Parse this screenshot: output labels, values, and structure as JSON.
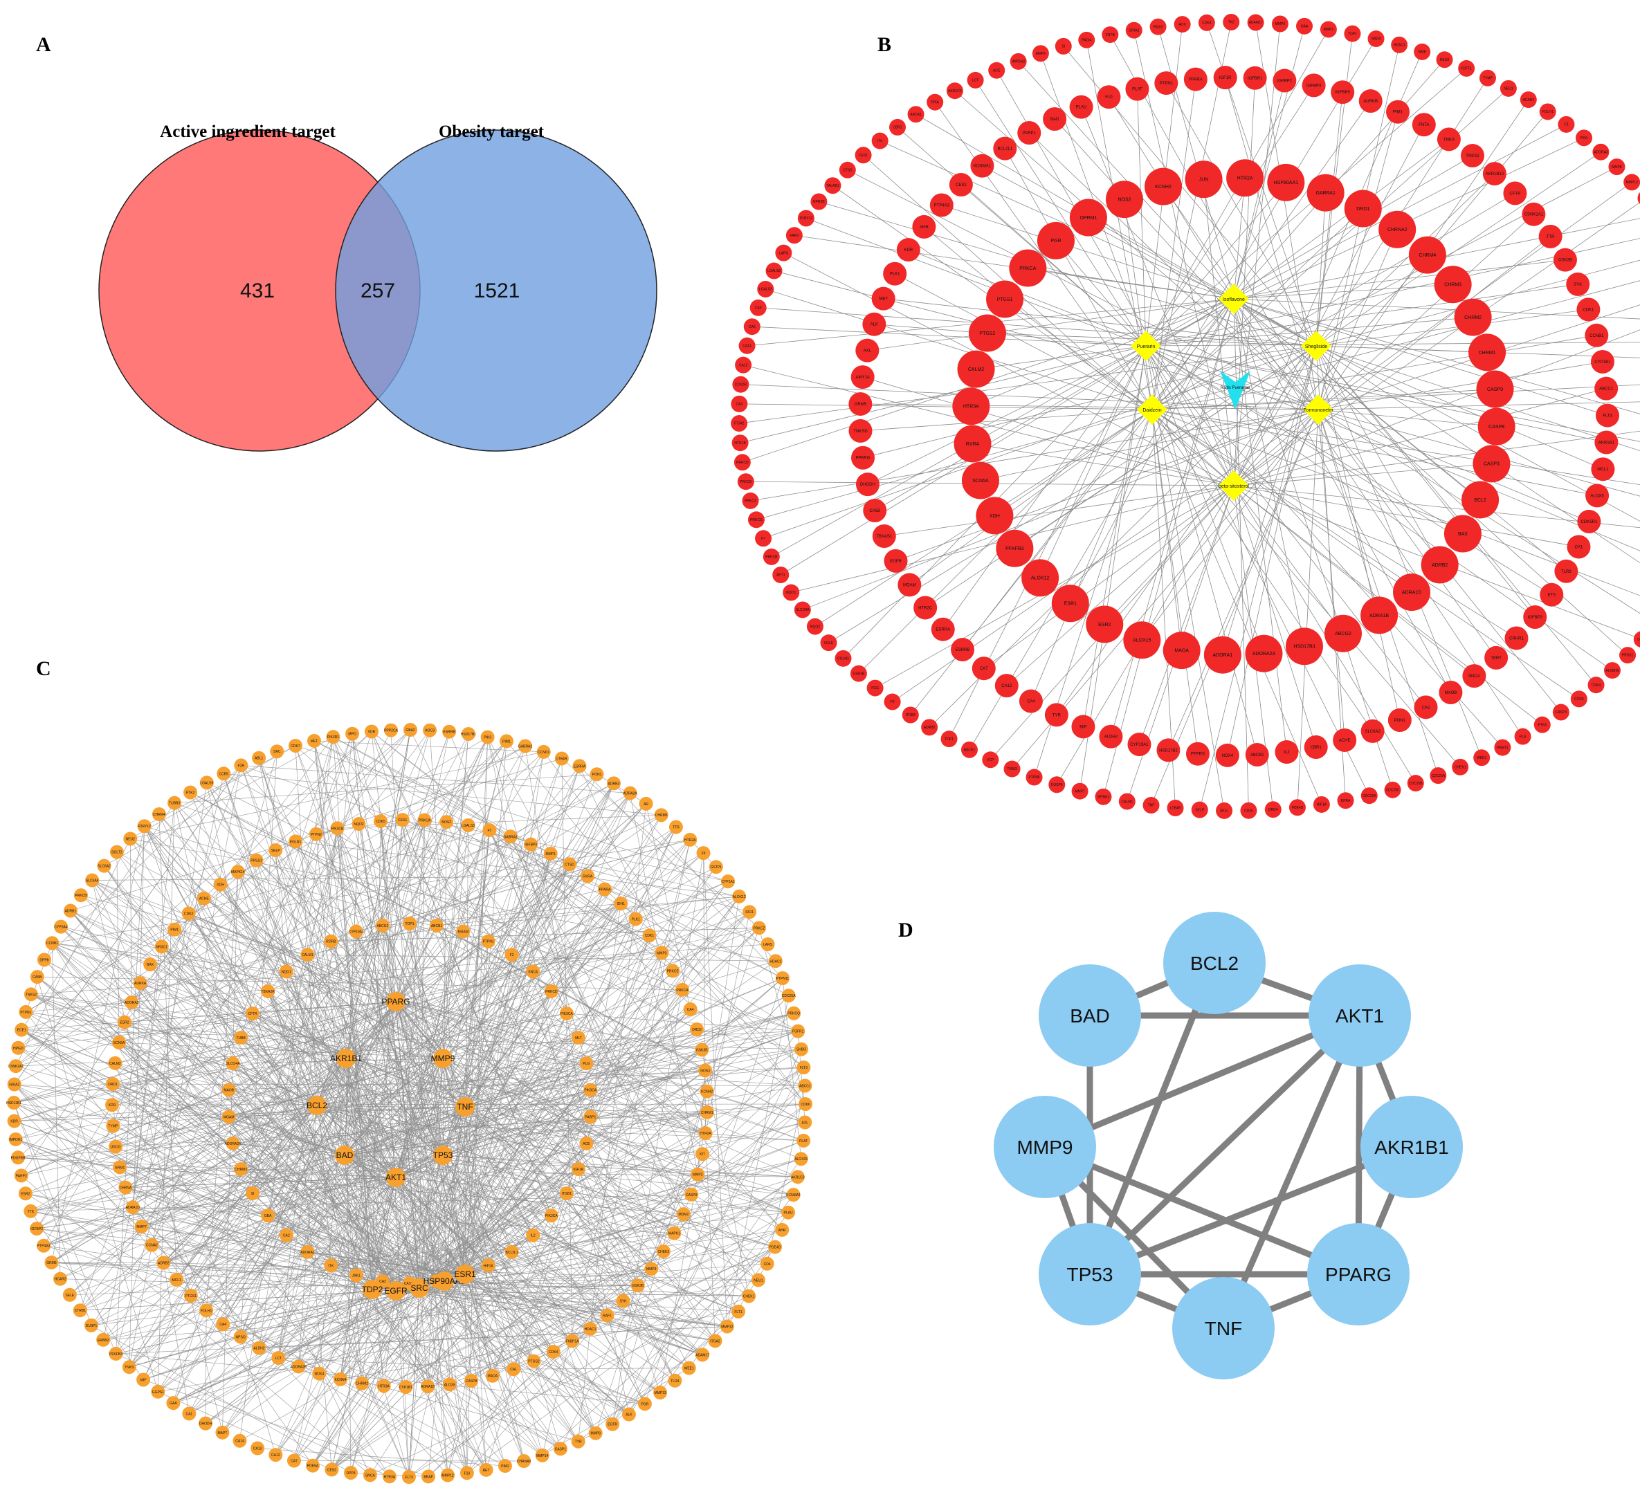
{
  "panels": {
    "a": {
      "letter": "A"
    },
    "b": {
      "letter": "B"
    },
    "c": {
      "letter": "C"
    },
    "d": {
      "letter": "D"
    }
  },
  "venn": {
    "left_title": "Active ingredient target",
    "right_title": "Obesity target",
    "left_only": "431",
    "overlap": "257",
    "right_only": "1521",
    "left_color": "#ff6a6a",
    "right_color": "#7aa3e0"
  },
  "network_b": {
    "target_color": "#f02828",
    "ingredient_color": "#ffff00",
    "herb_color": "#22e0ee",
    "herb": "Radix Puerariae",
    "ingredients": [
      "Isoflavone",
      "Puerarin",
      "Shegliside",
      "Daidzein",
      "Formononetin",
      "beta-sitosterol"
    ],
    "ring1": [
      "PRKCA",
      "PGR",
      "OPRM1",
      "NOS2",
      "KCNH2",
      "JUN",
      "HTR2A",
      "HSP90AA1",
      "GABRA1",
      "DRD1",
      "CHRNA2",
      "CHRM4",
      "CHRM3",
      "CHRM2",
      "CHRM1",
      "CASP9",
      "CASP8",
      "CASP3",
      "BCL2",
      "BAX",
      "ADRB2",
      "ADRA1D",
      "ADRA1B",
      "ABCG2",
      "HSD17B3",
      "ADORA2A",
      "ADORA1",
      "MAOA",
      "ALOX15",
      "ESR2",
      "ESR1",
      "ALOX12",
      "PFKFB3",
      "XDH",
      "SCN5A",
      "RXRA",
      "HTR3A",
      "CALM2",
      "PTGS2",
      "PTGS1"
    ],
    "ring2": [
      "BAD",
      "PLAU",
      "F10",
      "PLAT",
      "PTPN1",
      "PPARA",
      "IGF1R",
      "IGFBP1",
      "IGFBP2",
      "IGFBP3",
      "IGFBP5",
      "AURKB",
      "PIM1",
      "FNTA",
      "TNKS",
      "TNKS2",
      "AKR1B10",
      "CFTR",
      "CSNK2A1",
      "TTR",
      "GSK3B",
      "SYK",
      "CDK1",
      "CCNB1",
      "CYP1B1",
      "ABCC1",
      "FLT3",
      "AKR1B1",
      "MCL1",
      "ALOX5",
      "CDK5R1",
      "CA1",
      "TLR9",
      "ETS",
      "IGFBP3",
      "CRHR1",
      "TERT",
      "SNCA",
      "MAOB",
      "CA2",
      "PON1",
      "SLC6A2",
      "ACHE",
      "CBR1",
      "IL2",
      "ABCB1",
      "NOX4",
      "PTPRS",
      "HSD17B2",
      "CYP19A1",
      "ALDH2",
      "MIF",
      "TYR",
      "CA4",
      "CA12",
      "CA7",
      "ESRRB",
      "ESRRA",
      "HTR2C",
      "MGAM",
      "EGFR",
      "TBXAS1",
      "CA5B",
      "DHODH",
      "PPARG",
      "TNKSD",
      "GRM5",
      "AMY1A",
      "AXL",
      "ALK",
      "MET",
      "PLK1",
      "KDR",
      "AHR",
      "PTP4A3",
      "CES2",
      "KCNMA1",
      "BCL2L1",
      "PARP1"
    ],
    "ring3": [
      "ACE",
      "IMPDH2",
      "MMP2",
      "SI",
      "PADI4",
      "FNTB",
      "GRIA2",
      "PADI2",
      "AOX",
      "CDK4",
      "TK2",
      "ADAM17",
      "MMP9",
      "GAA",
      "MMP1",
      "TOP1",
      "NADA",
      "HDAC1",
      "MME",
      "NEU3",
      "FDFT1",
      "TYMP",
      "NEU1",
      "HCAR2",
      "FOLH1",
      "F2",
      "PIN1",
      "ADORA3",
      "MMP8",
      "MMP12",
      "MMP3",
      "HTR6",
      "PUCA1",
      "ALOX8",
      "VDR",
      "SRC",
      "MMP14",
      "KIT",
      "PDGFRA",
      "ABL1",
      "GBA2",
      "MGAM",
      "FAS",
      "HDAC6",
      "CHEK1",
      "PLA2G2A",
      "TLR4",
      "PIM3",
      "BRAF",
      "PIM2",
      "RAF1",
      "NTRK1",
      "CASA",
      "HPSE",
      "DPP4",
      "PRSS1",
      "ALKBH5",
      "CDK4",
      "CCR5",
      "CASP3",
      "PTK6",
      "PLG",
      "PRMT1",
      "WEE1",
      "CHEK1",
      "CDC25A",
      "CDC25B",
      "CDC25C",
      "CDC25A",
      "DPRA",
      "HIF1A",
      "PDE4D",
      "DRD4",
      "CD40",
      "SELL",
      "SELP",
      "LTB4R",
      "TNF",
      "CALM1",
      "SPINK1",
      "MMP7",
      "DUSP6",
      "PTPN6",
      "TNNI3",
      "VCP",
      "BACE1",
      "TOP1",
      "ADRB2",
      "ITGB5",
      "F9",
      "FGG",
      "GSK3B",
      "CGLN1",
      "SGLE",
      "NQO2",
      "SLCO4A",
      "NQO1",
      "AKT1",
      "PRKCB",
      "F7",
      "PRKCG",
      "PRKCZ",
      "PRKCE",
      "PRKCD",
      "HTR1B",
      "ITGA2",
      "CA3",
      "CCK2R",
      "CA13",
      "CA14",
      "CA6",
      "CA9",
      "LGALS3",
      "LGALS8",
      "LARS",
      "FARS",
      "P2RY12",
      "NPR3B",
      "TALAB1",
      "CTSD",
      "CES1",
      "ITK",
      "CBR1",
      "ABCA1",
      "PPIA",
      "AKR1C2",
      "LCT"
    ]
  },
  "network_c": {
    "node_color": "#f7a02e",
    "hubs": [
      "PPARG",
      "AKR1B1",
      "MMP9",
      "BCL2",
      "TNF",
      "BAD",
      "TP53",
      "AKT1",
      "TDP2",
      "EGFR",
      "SRC",
      "HSP90AA1",
      "ESR1"
    ],
    "ring1": [
      "TOP1",
      "ABCB1",
      "MGAM",
      "PTPN1",
      "F2",
      "SNCA",
      "PRKCD",
      "PIK3CA",
      "MLT",
      "PLG",
      "PIK3CA",
      "PARP1",
      "ACE",
      "IGF1R",
      "ITGB1",
      "PIK3CA",
      "IL2",
      "BCL2L1",
      "HIF1A",
      "JUN",
      "HRAS",
      "CASP3",
      "CA2",
      "JAK1",
      "ITK",
      "ADORA1",
      "CA2",
      "GBA",
      "SI",
      "CHRM3",
      "ADORA2A",
      "MGAM",
      "MAOB",
      "SLCO4A",
      "TUBB",
      "CFTR",
      "TBXA2R",
      "NQO1",
      "CALM1",
      "RORB",
      "CYP19A1",
      "ABCG2"
    ],
    "ring2": [
      "PRKCA",
      "NOS2",
      "LGALS3",
      "F7",
      "GABRA1",
      "IGFBP3",
      "MMP1",
      "CTSD",
      "RXRA",
      "PPARA",
      "IDH1",
      "PLK1",
      "CDK1",
      "MMP3",
      "PRKCE",
      "PRKCA",
      "CA4",
      "DRD2",
      "GSK3B",
      "NOS3",
      "KCNH2",
      "CHRM1",
      "HTR2A",
      "KIT",
      "MMP2",
      "CASP9",
      "MDM2",
      "MAPK1",
      "CHEK2",
      "MMP9",
      "GSK3B",
      "SYK",
      "RAF1",
      "HDAC1",
      "FKBP1A",
      "CDK4",
      "PTGS2",
      "CA1",
      "MAOA",
      "CASP8",
      "ALOX5",
      "ADRA1B",
      "CYP1B1",
      "HTR3A",
      "CHRM2",
      "KCNN4",
      "NOX4",
      "ADORA2B",
      "LCT",
      "ALDH2",
      "NPSO",
      "CA4",
      "FOLH1",
      "PTGS1",
      "MCL1",
      "ADRB2",
      "CCNA2",
      "MMP7",
      "ADRA1D",
      "CHRNA",
      "GRM1",
      "UGCG",
      "TYMP",
      "KDR",
      "DRD1",
      "CALM2",
      "SCN5A",
      "ESR2",
      "ADORA3",
      "AURKA",
      "BAX",
      "NR3C1",
      "PIM1",
      "CDK2",
      "ACHE",
      "XDH",
      "MAPK14",
      "PRSS1",
      "SELP",
      "EGLN1",
      "PTPN2",
      "PIK3CB",
      "NQO2",
      "CDK5",
      "CES1"
    ],
    "ring3": [
      "ESRRB",
      "HSD17B1",
      "PIK3",
      "PIM1",
      "GABRA2",
      "CCND1",
      "LTB4R",
      "ESRRA",
      "PON1",
      "ADRB3",
      "ADRA2A",
      "AR",
      "CHRM5",
      "TTR",
      "HTR2A",
      "F9",
      "GSTP1",
      "CYP1A1",
      "ALOX12",
      "IDO1",
      "PRKCZ",
      "LARS",
      "HDAC2",
      "PTPN11",
      "CDC25A",
      "PRKCQ",
      "FGFR1",
      "SHBG",
      "FLT3",
      "ABCC1",
      "CDK6",
      "AXL",
      "PLAT",
      "ALOX15",
      "AKR1C3",
      "KCNMA1",
      "PLAU",
      "AHR",
      "PDE4D",
      "CD4",
      "NEU1",
      "CHEK1",
      "FLT1",
      "MMP12",
      "ITGA2",
      "ADAM17",
      "WEE1",
      "TLR4",
      "MMP13",
      "PGR",
      "ALK",
      "EGFR",
      "MMP8",
      "TYR",
      "CASP1",
      "MMP14",
      "CHRNA2",
      "PIM2",
      "RET",
      "F10",
      "MMP12",
      "BRAF",
      "FLT3",
      "HTR3A",
      "SNCA",
      "DPP4",
      "CES2",
      "PDE5A",
      "CA7",
      "CA12",
      "CA13",
      "CA14",
      "MAPT",
      "DHODH",
      "CA1",
      "GAA",
      "GGPS1",
      "MIF",
      "TNKS",
      "PFKFB3",
      "ERBB2",
      "DUSP1",
      "CTRB1",
      "SELE",
      "HCAR2",
      "GRM5",
      "PTP4A3",
      "IGFBP2",
      "TTK",
      "ESR2",
      "PARP2",
      "PDGFRB",
      "IMPDH1",
      "KDR",
      "HSD11B1",
      "GRIA2",
      "CSNK2A1",
      "HPGD",
      "ECE1",
      "PTPN1",
      "TNKS2",
      "CA5B",
      "DPP8",
      "CCNB1",
      "CYP3A4",
      "ADRB1",
      "PRKCB",
      "SLC6A4",
      "SLC6A2",
      "SGLT2",
      "NEU2",
      "P2RY12",
      "CHRM4",
      "TUBB3",
      "PTK2",
      "LGALS9",
      "CCR5",
      "F2R",
      "ABL1",
      "SRC",
      "CDK7",
      "MET",
      "PIK3R1",
      "MPO",
      "VDR",
      "PPP2CA",
      "GBA2",
      "AOC3"
    ]
  },
  "ppi_d": {
    "node_color": "#8ccbf2",
    "edge_color": "#808080",
    "nodes": [
      "BCL2",
      "AKT1",
      "AKR1B1",
      "PPARG",
      "TNF",
      "TP53",
      "MMP9",
      "BAD"
    ]
  }
}
